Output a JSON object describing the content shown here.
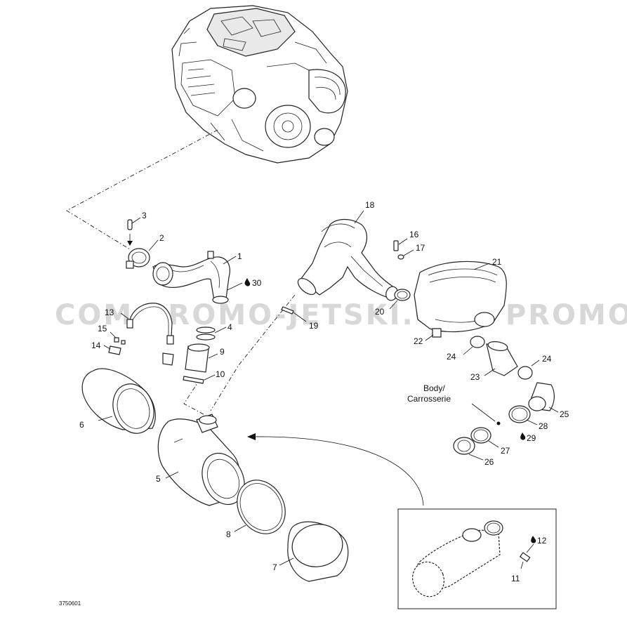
{
  "diagram": {
    "watermark": "COM   PROMO-JETSKI.COM   PROMO-JETSK",
    "code": "3750601",
    "body_label_line1": "Body/",
    "body_label_line2": "Carrosserie",
    "callouts": {
      "c1": "1",
      "c2": "2",
      "c3": "3",
      "c4": "4",
      "c5": "5",
      "c6": "6",
      "c7": "7",
      "c8": "8",
      "c9": "9",
      "c10": "10",
      "c11": "11",
      "c12": "12",
      "c13": "13",
      "c14": "14",
      "c15": "15",
      "c16": "16",
      "c17": "17",
      "c18": "18",
      "c19": "19",
      "c20": "20",
      "c21": "21",
      "c22": "22",
      "c23": "23",
      "c24a": "24",
      "c24b": "24",
      "c25": "25",
      "c26": "26",
      "c27": "27",
      "c28": "28",
      "c29": "29",
      "c30": "30"
    }
  }
}
